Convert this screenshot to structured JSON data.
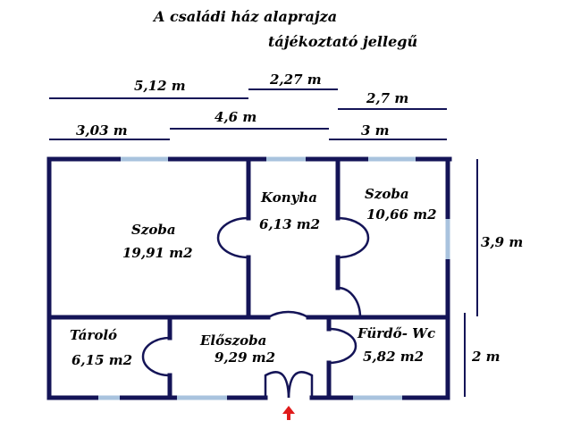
{
  "title": "A családi ház alaprajza",
  "subtitle": "tájékoztató jellegű",
  "dimensions": {
    "top_left_long": "5,12 m",
    "top_mid": "2,27 m",
    "top_right": "2,7 m",
    "mid_left": "3,03 m",
    "mid_center": "4,6 m",
    "mid_right": "3 m",
    "right_upper": "3,9 m",
    "right_lower": "2 m"
  },
  "rooms": {
    "szoba_large": {
      "name": "Szoba",
      "area": "19,91 m2"
    },
    "konyha": {
      "name": "Konyha",
      "area": "6,13 m2"
    },
    "szoba_small": {
      "name": "Szoba",
      "area": "10,66 m2"
    },
    "tarolo": {
      "name": "Tároló",
      "area": "6,15 m2"
    },
    "eloszoba": {
      "name": "Előszoba",
      "area": "9,29 m2"
    },
    "furdo": {
      "name": "Fürdő- Wc",
      "area": "5,82 m2"
    }
  },
  "colors": {
    "wall": "#141457",
    "window": "#a9c3de",
    "dimension_line": "#141457",
    "entrance_arrow": "#e01b1b",
    "text": "#000000"
  },
  "icons": {
    "entrance": "up-arrow-icon"
  }
}
